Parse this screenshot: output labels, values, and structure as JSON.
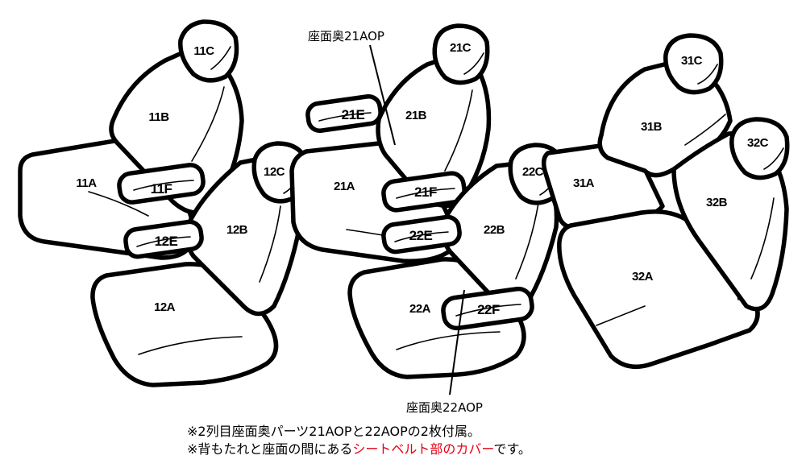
{
  "callouts": {
    "top": "座面奥21AOP",
    "bottom": "座面奥22AOP"
  },
  "notes": {
    "line1": "※2列目座面奥パーツ21AOPと22AOPの2枚付属。",
    "line2_pre": "※背もたれと座面の間にある",
    "line2_highlight": "シートベルト部のカバー",
    "line2_post": "です。"
  },
  "highlight_color": "#e60012",
  "parts": {
    "p11A": "11A",
    "p11B": "11B",
    "p11C": "11C",
    "p11F": "11F",
    "p12A": "12A",
    "p12B": "12B",
    "p12C": "12C",
    "p12E": "12E",
    "p21A": "21A",
    "p21B": "21B",
    "p21C": "21C",
    "p21E": "21E",
    "p21F": "21F",
    "p22A": "22A",
    "p22B": "22B",
    "p22C": "22C",
    "p22E": "22E",
    "p22F": "22F",
    "p31A": "31A",
    "p31B": "31B",
    "p31C": "31C",
    "p32A": "32A",
    "p32B": "32B",
    "p32C": "32C"
  }
}
